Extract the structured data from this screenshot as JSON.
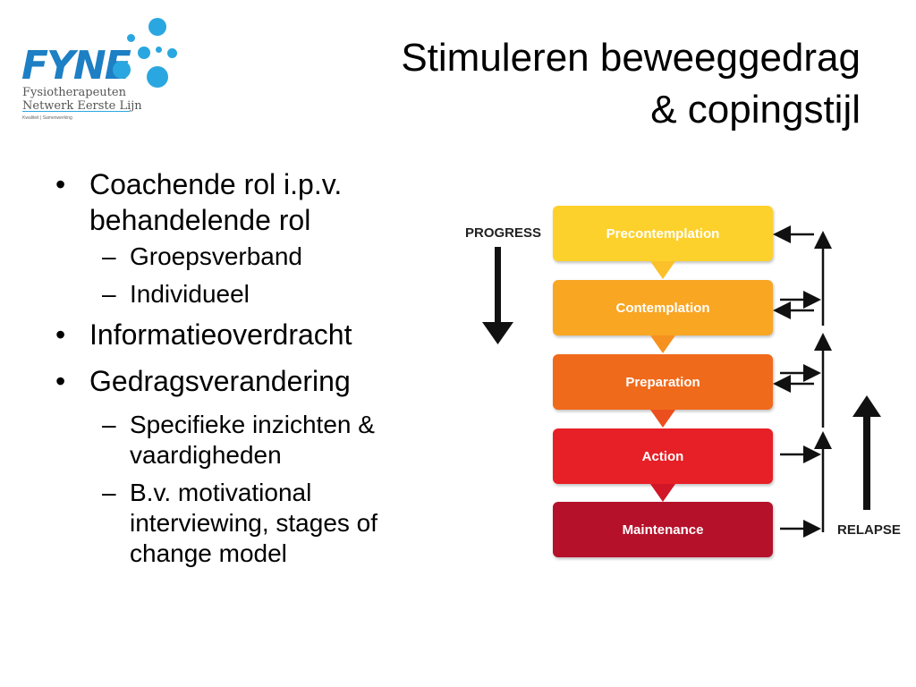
{
  "logo": {
    "wordmark": "FYNE",
    "line1": "Fysiotherapeuten",
    "line2": "Netwerk Eerste Lijn",
    "tagline": "Kwaliteit | Samenwerking"
  },
  "title": {
    "line1": "Stimuleren beweeggedrag",
    "line2": "& copingstijl"
  },
  "bullets": [
    {
      "text": "Coachende rol i.p.v. behandelende rol",
      "sub": [
        "Groepsverband",
        "Individueel"
      ]
    },
    {
      "text": "Informatieoverdracht",
      "sub": []
    },
    {
      "text": "Gedragsverandering",
      "sub": [
        "Specifieke inzichten & vaardigheden",
        "B.v. motivational interviewing, stages of change model"
      ]
    }
  ],
  "markers": {
    "level1": "•",
    "level2": "–"
  },
  "diagram": {
    "progress_label": "PROGRESS",
    "relapse_label": "RELAPSE",
    "stages": [
      {
        "label": "Precontemplation",
        "color": "#fdd12b",
        "arrow_color": "#fbc02a"
      },
      {
        "label": "Contemplation",
        "color": "#f9a623",
        "arrow_color": "#f6911f"
      },
      {
        "label": "Preparation",
        "color": "#f06a1c",
        "arrow_color": "#ec4f1e"
      },
      {
        "label": "Action",
        "color": "#e71f26",
        "arrow_color": "#d11628"
      },
      {
        "label": "Maintenance",
        "color": "#b5112a"
      }
    ]
  }
}
